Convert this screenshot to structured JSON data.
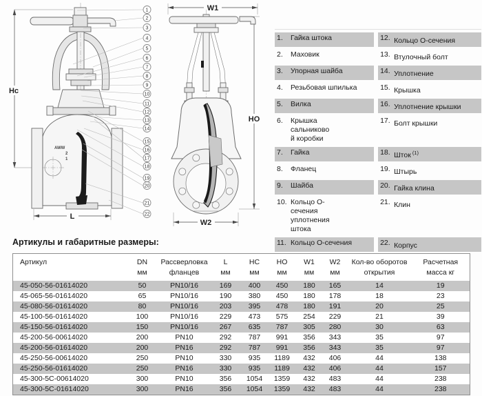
{
  "drawing": {
    "dimension_labels": {
      "hc": "Hc",
      "l": "L",
      "w1": "W1",
      "ho": "HO",
      "w2": "W2"
    },
    "body_marking": {
      "l1": "AWW",
      "l2": "2",
      "l3": "1"
    },
    "callouts": [
      "1",
      "2",
      "3",
      "4",
      "5",
      "6",
      "7",
      "8",
      "9",
      "10",
      "11",
      "12",
      "13",
      "14",
      "15",
      "16",
      "17",
      "18",
      "19",
      "20",
      "21",
      "22"
    ]
  },
  "parts_list": {
    "rows": [
      {
        "l_num": "1.",
        "l": "Гайка штока",
        "r_num": "12.",
        "r": "Кольцо О-сечения",
        "shaded": true
      },
      {
        "l_num": "2.",
        "l": "Маховик",
        "r_num": "13.",
        "r": "Втулочный болт",
        "shaded": false
      },
      {
        "l_num": "3.",
        "l": "Упорная шайба",
        "r_num": "14.",
        "r": "Уплотнение",
        "shaded": true
      },
      {
        "l_num": "4.",
        "l": "Резьбовая шпилька",
        "r_num": "15.",
        "r": "Крышка",
        "shaded": false
      },
      {
        "l_num": "5.",
        "l": "Вилка",
        "r_num": "16.",
        "r": "Уплотнение крышки",
        "shaded": true
      },
      {
        "l_num": "6.",
        "l": "Крышка\nсальниково\nй коробки",
        "r_num": "17.",
        "r": "Болт крышки",
        "shaded": false
      },
      {
        "l_num": "7.",
        "l": "Гайка",
        "r_num": "18.",
        "r": "Шток",
        "r_sup": "(1)",
        "shaded": true
      },
      {
        "l_num": "8.",
        "l": "Фланец",
        "r_num": "19.",
        "r": "Штырь",
        "shaded": false
      },
      {
        "l_num": "9.",
        "l": "Шайба",
        "r_num": "20.",
        "r": "Гайка клина",
        "shaded": true
      },
      {
        "l_num": "10.",
        "l": "Кольцо О-\nсечения\nуплотнения\nштока",
        "r_num": "21.",
        "r": "Клин",
        "shaded": false
      },
      {
        "l_num": "11.",
        "l": "Кольцо О-сечения",
        "r_num": "22.",
        "r": "Корпус",
        "shaded": true
      }
    ]
  },
  "articles_table": {
    "title": "Артикулы и габаритные размеры:",
    "headers": [
      {
        "t": "Артикул",
        "first": true
      },
      {
        "t": "DN\nмм"
      },
      {
        "t": "Рассверловка\nфланцев"
      },
      {
        "t": "L\nмм"
      },
      {
        "t": "HC\nмм"
      },
      {
        "t": "HO\nмм"
      },
      {
        "t": "W1\nмм"
      },
      {
        "t": "W2\nмм"
      },
      {
        "t": "Кол-во оборотов\nоткрытия"
      },
      {
        "t": "Расчетная\nмасса кг"
      }
    ],
    "rows": [
      {
        "cells": [
          "45-050-56-01614020",
          "50",
          "PN10/16",
          "169",
          "400",
          "450",
          "180",
          "165",
          "14",
          "19"
        ],
        "shaded": true
      },
      {
        "cells": [
          "45-065-56-01614020",
          "65",
          "PN10/16",
          "190",
          "380",
          "450",
          "180",
          "178",
          "18",
          "23"
        ],
        "shaded": false
      },
      {
        "cells": [
          "45-080-56-01614020",
          "80",
          "PN10/16",
          "203",
          "395",
          "478",
          "180",
          "191",
          "20",
          "25"
        ],
        "shaded": true
      },
      {
        "cells": [
          "45-100-56-01614020",
          "100",
          "PN10/16",
          "229",
          "473",
          "575",
          "254",
          "229",
          "21",
          "39"
        ],
        "shaded": false
      },
      {
        "cells": [
          "45-150-56-01614020",
          "150",
          "PN10/16",
          "267",
          "635",
          "787",
          "305",
          "280",
          "30",
          "63"
        ],
        "shaded": true
      },
      {
        "cells": [
          "45-200-56-00614020",
          "200",
          "PN10",
          "292",
          "787",
          "991",
          "356",
          "343",
          "35",
          "97"
        ],
        "shaded": false
      },
      {
        "cells": [
          "45-200-56-01614020",
          "200",
          "PN16",
          "292",
          "787",
          "991",
          "356",
          "343",
          "35",
          "97"
        ],
        "shaded": true
      },
      {
        "cells": [
          "45-250-56-00614020",
          "250",
          "PN10",
          "330",
          "935",
          "1189",
          "432",
          "406",
          "44",
          "138"
        ],
        "shaded": false
      },
      {
        "cells": [
          "45-250-56-01614020",
          "250",
          "PN16",
          "330",
          "935",
          "1189",
          "432",
          "406",
          "44",
          "157"
        ],
        "shaded": true
      },
      {
        "cells": [
          "45-300-5C-00614020",
          "300",
          "PN10",
          "356",
          "1054",
          "1359",
          "432",
          "483",
          "44",
          "238"
        ],
        "shaded": false
      },
      {
        "cells": [
          "45-300-5C-01614020",
          "300",
          "PN16",
          "356",
          "1054",
          "1359",
          "432",
          "483",
          "44",
          "238"
        ],
        "shaded": true
      }
    ]
  },
  "colors": {
    "row_shade": "#c6c6c6",
    "drawing_line": "#6b6b6b",
    "text": "#1a1a1a"
  }
}
